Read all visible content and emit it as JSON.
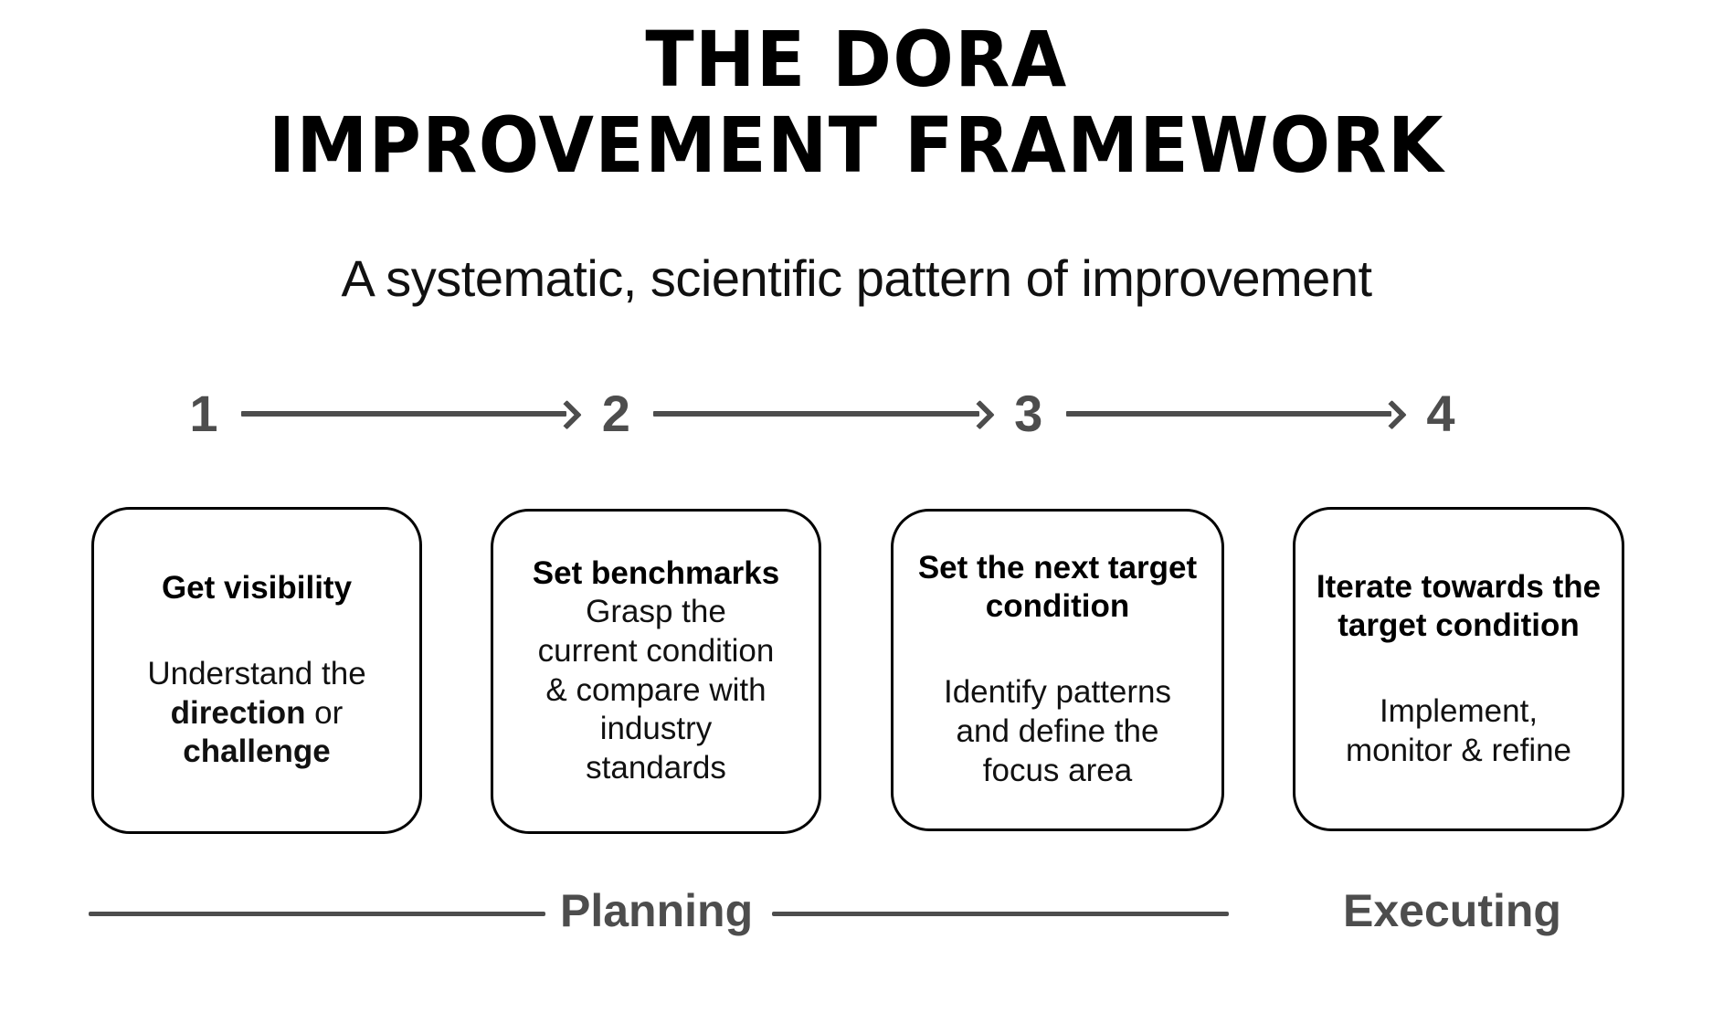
{
  "title": {
    "line1": "THE DORA",
    "line2": "IMPROVEMENT FRAMEWORK"
  },
  "subtitle": "A systematic, scientific pattern of improvement",
  "colors": {
    "ink": "#000000",
    "gray": "#4d4d4d",
    "background": "#ffffff"
  },
  "steps": [
    {
      "number": "1"
    },
    {
      "number": "2"
    },
    {
      "number": "3"
    },
    {
      "number": "4"
    }
  ],
  "cards": [
    {
      "step": "1",
      "heading": "Get visibility",
      "body_lines": [
        "Understand the",
        "direction or",
        "challenge"
      ],
      "body_plain": "Understand the direction or challenge",
      "emphasis": [
        "direction",
        "challenge"
      ],
      "spacer": "large"
    },
    {
      "step": "2",
      "heading": "Set benchmarks",
      "body_lines": [
        "Grasp the",
        "current condition",
        "& compare with",
        "industry",
        "standards"
      ],
      "body_plain": "Grasp the current condition & compare with industry standards",
      "emphasis": [],
      "spacer": "none"
    },
    {
      "step": "3",
      "heading": "Set the next target condition",
      "body_lines": [
        "Identify patterns",
        "and define the",
        "focus area"
      ],
      "body_plain": "Identify patterns and define the focus area",
      "emphasis": [],
      "spacer": "large"
    },
    {
      "step": "4",
      "heading": "Iterate towards the target condition",
      "body_lines": [
        "Implement,",
        "monitor & refine"
      ],
      "body_plain": "Implement, monitor & refine",
      "emphasis": [],
      "spacer": "large"
    }
  ],
  "phases": [
    {
      "label": "Planning"
    },
    {
      "label": "Executing"
    }
  ]
}
